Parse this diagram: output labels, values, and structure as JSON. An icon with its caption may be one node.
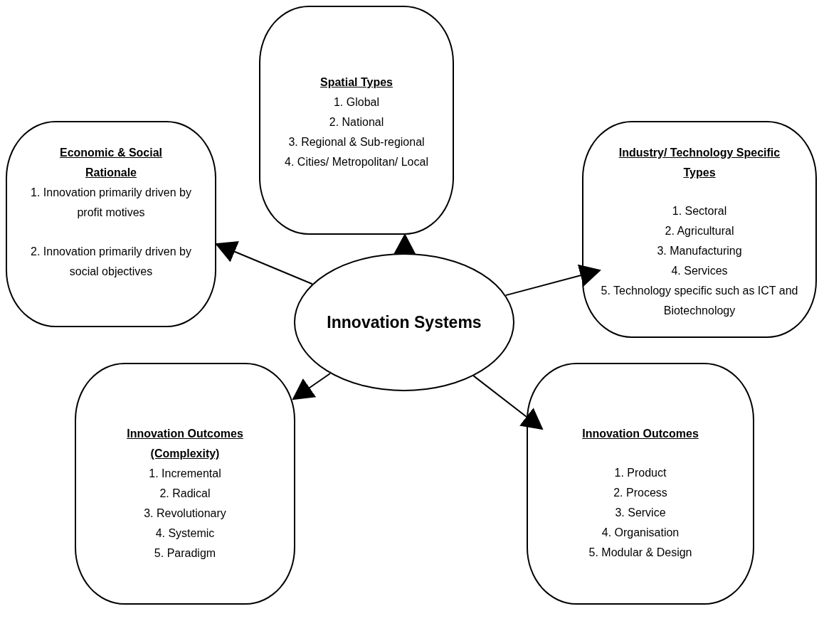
{
  "diagram": {
    "nodes": [
      {
        "text": [
          "Innovation Systems"
        ]
      },
      {
        "text": [
          "Spatial Types",
          "1. Global",
          "2. National",
          "3. Regional & Sub-regional",
          "4. Cities/ Metropolitan/ Local"
        ]
      },
      {
        "text": [
          "Economic & Social Rationale",
          "1. Innovation primarily driven by profit motives",
          "2. Innovation primarily driven by social objectives"
        ]
      },
      {
        "text": [
          "Industry/ Technology Specific Types",
          "1. Sectoral",
          "2. Agricultural",
          "3. Manufacturing",
          "4. Services",
          "5. Technology specific such as ICT and Biotechnology"
        ]
      },
      {
        "text": [
          "Innovation Outcomes (Complexity)",
          "1. Incremental",
          "2. Radical",
          "3. Revolutionary",
          "4. Systemic",
          "5. Paradigm"
        ]
      },
      {
        "text": [
          "Innovation Outcomes",
          "1. Product",
          "2. Process",
          "3. Service",
          "4. Organisation",
          "5. Modular & Design"
        ]
      }
    ],
    "edges": [
      {
        "from": 0,
        "to": 1,
        "arrow": "to"
      },
      {
        "from": 0,
        "to": 2,
        "arrow": "to"
      },
      {
        "from": 0,
        "to": 3,
        "arrow": "to"
      },
      {
        "from": 0,
        "to": 4,
        "arrow": "to"
      },
      {
        "from": 0,
        "to": 5,
        "arrow": "to"
      }
    ]
  }
}
